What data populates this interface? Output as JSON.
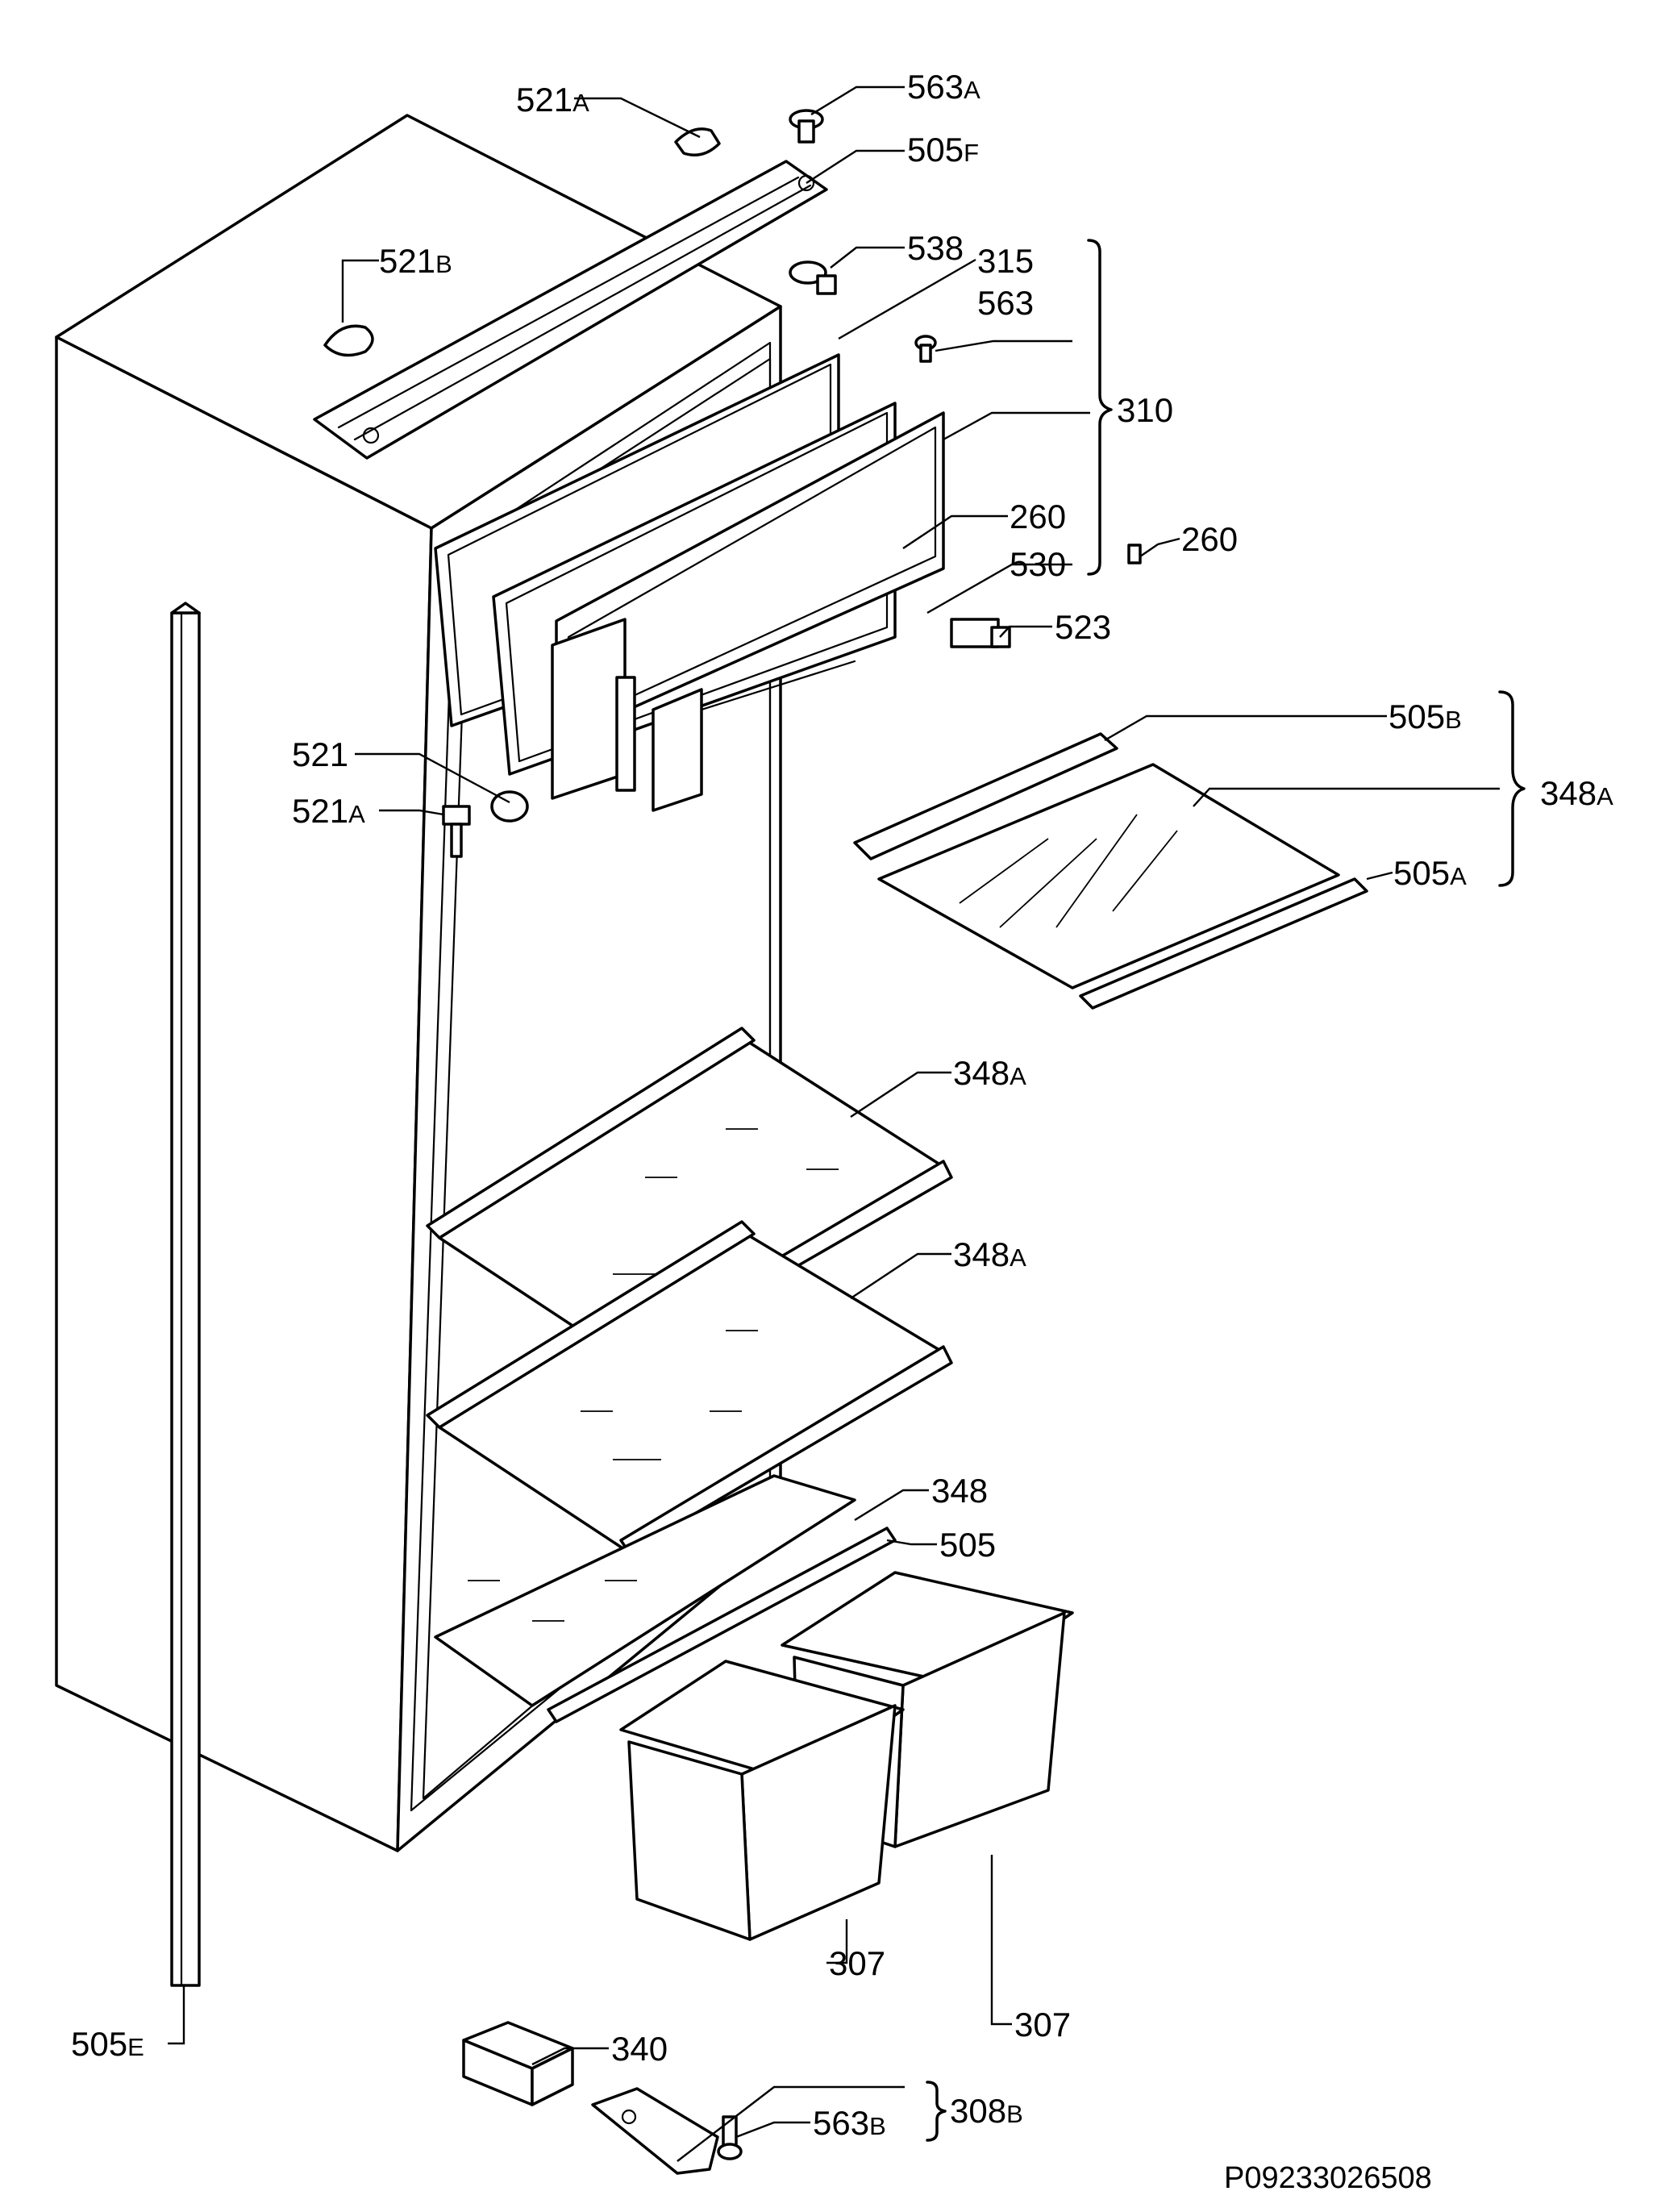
{
  "drawing_code": "P09233026508",
  "callouts": {
    "c521a_top": {
      "num": "521",
      "suf": "A"
    },
    "c563a": {
      "num": "563",
      "suf": "A"
    },
    "c505f": {
      "num": "505",
      "suf": "F"
    },
    "c521b": {
      "num": "521",
      "suf": "B"
    },
    "c538": {
      "num": "538",
      "suf": ""
    },
    "c315": {
      "num": "315",
      "suf": ""
    },
    "c563": {
      "num": "563",
      "suf": ""
    },
    "c310": {
      "num": "310",
      "suf": ""
    },
    "c260_a": {
      "num": "260",
      "suf": ""
    },
    "c260_b": {
      "num": "260",
      "suf": ""
    },
    "c530": {
      "num": "530",
      "suf": ""
    },
    "c523": {
      "num": "523",
      "suf": ""
    },
    "c505b": {
      "num": "505",
      "suf": "B"
    },
    "c348a_group": {
      "num": "348",
      "suf": "A"
    },
    "c505a": {
      "num": "505",
      "suf": "A"
    },
    "c521": {
      "num": "521",
      "suf": ""
    },
    "c521a_side": {
      "num": "521",
      "suf": "A"
    },
    "c348a_1": {
      "num": "348",
      "suf": "A"
    },
    "c348a_2": {
      "num": "348",
      "suf": "A"
    },
    "c348": {
      "num": "348",
      "suf": ""
    },
    "c505": {
      "num": "505",
      "suf": ""
    },
    "c307_a": {
      "num": "307",
      "suf": ""
    },
    "c307_b": {
      "num": "307",
      "suf": ""
    },
    "c505e": {
      "num": "505",
      "suf": "E"
    },
    "c340": {
      "num": "340",
      "suf": ""
    },
    "c563b": {
      "num": "563",
      "suf": "B"
    },
    "c308b": {
      "num": "308",
      "suf": "B"
    }
  }
}
